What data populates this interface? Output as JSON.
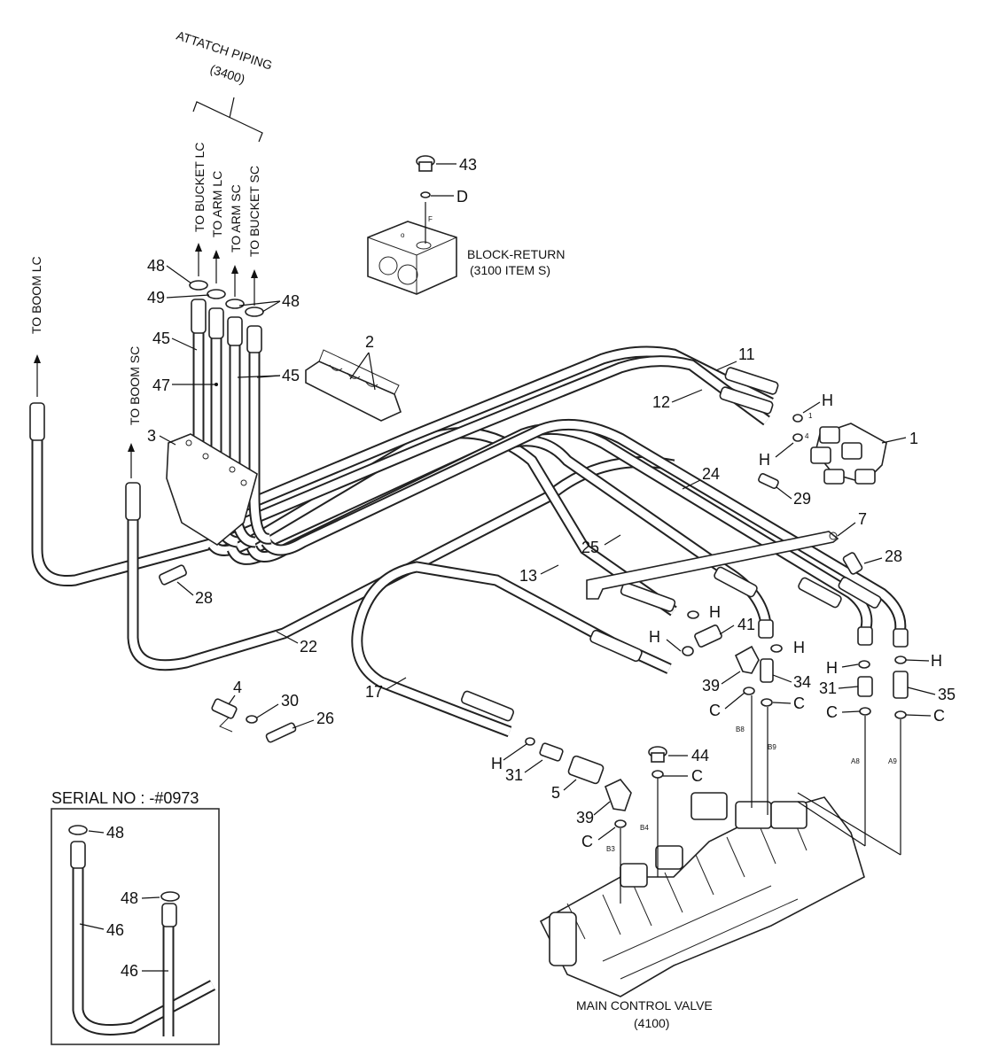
{
  "header": {
    "group_line1": "ATTATCH PIPING",
    "group_line2": "(3400)"
  },
  "destinations": {
    "boom_lc": "TO BOOM LC",
    "boom_sc": "TO BOOM SC",
    "bucket_lc": "TO BUCKET LC",
    "arm_lc": "TO ARM LC",
    "arm_sc": "TO ARM SC",
    "bucket_sc": "TO BUCKET SC"
  },
  "block_return": {
    "line1": "BLOCK-RETURN",
    "line2": "(3100 ITEM S)",
    "port_f": "F",
    "port_o": "o"
  },
  "main_valve": {
    "line1": "MAIN CONTROL VALVE",
    "line2": "(4100)",
    "ports": [
      "B8",
      "B9",
      "A8",
      "A9",
      "B4",
      "B3"
    ]
  },
  "inset": {
    "title": "SERIAL NO : -#0973",
    "callouts": [
      "48",
      "46",
      "48",
      "46"
    ]
  },
  "callouts": {
    "p1": "1",
    "p2": "2",
    "p3": "3",
    "p4": "4",
    "p5": "5",
    "p7": "7",
    "p11": "11",
    "p12": "12",
    "p13": "13",
    "p17": "17",
    "p22": "22",
    "p24": "24",
    "p25": "25",
    "p26": "26",
    "p28a": "28",
    "p28b": "28",
    "p29": "29",
    "p30": "30",
    "p31a": "31",
    "p31b": "31",
    "p34": "34",
    "p35": "35",
    "p39a": "39",
    "p39b": "39",
    "p41": "41",
    "p43": "43",
    "p44": "44",
    "p45a": "45",
    "p45b": "45",
    "p47": "47",
    "p48a": "48",
    "p48b": "48",
    "p49": "49",
    "D": "D",
    "H1": "H",
    "H2": "H",
    "H3": "H",
    "H4": "H",
    "H5": "H",
    "H6": "H",
    "H7": "H",
    "C1": "C",
    "C2": "C",
    "C3": "C",
    "C4": "C",
    "C5": "C",
    "C6": "C",
    "valve1_1": "1",
    "valve1_4": "4"
  },
  "colors": {
    "line": "#222222",
    "background": "#ffffff"
  }
}
